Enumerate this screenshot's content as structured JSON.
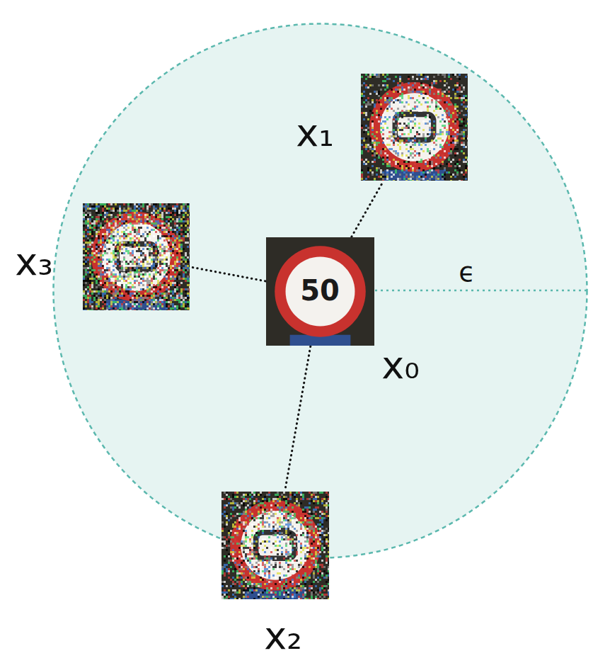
{
  "diagram": {
    "nodes": [
      {
        "text": [
          "x₁"
        ]
      },
      {
        "text": [
          "x₃"
        ]
      },
      {
        "text": [
          "x₀"
        ]
      },
      {
        "text": [
          "x₂"
        ]
      }
    ],
    "edges": [
      {
        "from": 2,
        "to": 0,
        "arrow": "none"
      },
      {
        "from": 2,
        "to": 1,
        "arrow": "none"
      },
      {
        "from": 2,
        "to": 3,
        "arrow": "none"
      }
    ],
    "labels": [
      "ϵ",
      "50"
    ]
  }
}
